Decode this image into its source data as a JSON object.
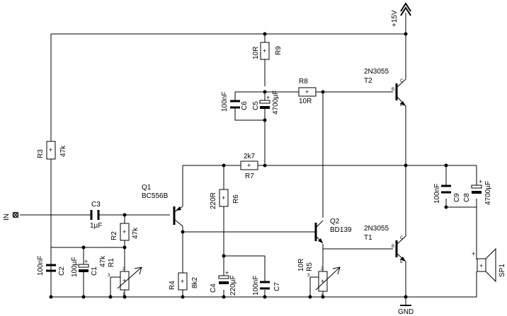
{
  "supply": {
    "label": "+15V"
  },
  "ground": {
    "label": "GND"
  },
  "input": {
    "label": "IN"
  },
  "plus_sign": "+",
  "wiper_numbers": {
    "n1": "1",
    "n2": "2",
    "n3": "3"
  },
  "transistor_pins": {
    "b": "B",
    "c": "C",
    "e": "E"
  },
  "components": {
    "r1": {
      "ref": "R1",
      "value": "47k"
    },
    "r2": {
      "ref": "R2",
      "value": "47k"
    },
    "r3": {
      "ref": "R3",
      "value": "47k"
    },
    "r4": {
      "ref": "R4",
      "value": "8k2"
    },
    "r5": {
      "ref": "R5",
      "value": "10R"
    },
    "r6": {
      "ref": "R6",
      "value": "220R"
    },
    "r7": {
      "ref": "R7",
      "value": "2k7"
    },
    "r8": {
      "ref": "R8",
      "value": "10R"
    },
    "r9": {
      "ref": "R9",
      "value": "10R"
    },
    "c1": {
      "ref": "C1",
      "value": "100µF"
    },
    "c2": {
      "ref": "C2",
      "value": "100nF"
    },
    "c3": {
      "ref": "C3",
      "value": "1µF"
    },
    "c4": {
      "ref": "C4",
      "value": "220µF"
    },
    "c5": {
      "ref": "C5",
      "value": "4700µF"
    },
    "c6": {
      "ref": "C6",
      "value": "100nF"
    },
    "c7": {
      "ref": "C7",
      "value": "100nF"
    },
    "c8": {
      "ref": "C8",
      "value": "4700µF"
    },
    "c9": {
      "ref": "C9",
      "value": "100nF"
    },
    "q1": {
      "ref": "Q1",
      "value": "BC556B"
    },
    "q2": {
      "ref": "Q2",
      "value": "BD139"
    },
    "t1": {
      "ref": "T1",
      "value": "2N3055"
    },
    "t2": {
      "ref": "T2",
      "value": "2N3055"
    },
    "sp1": {
      "ref": "SP1"
    }
  }
}
